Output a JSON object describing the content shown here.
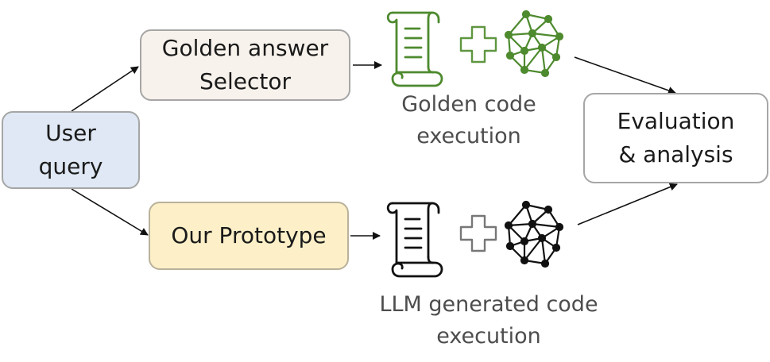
{
  "nodes": {
    "user_query": {
      "line1": "User",
      "line2": "query"
    },
    "golden_selector": {
      "line1": "Golden answer",
      "line2": "Selector"
    },
    "prototype": {
      "label": "Our Prototype"
    },
    "evaluation": {
      "line1": "Evaluation",
      "line2": "& analysis"
    }
  },
  "captions": {
    "golden": {
      "line1": "Golden code",
      "line2": "execution"
    },
    "llm": {
      "line1": "LLM generated code",
      "line2": "execution"
    }
  },
  "colors": {
    "golden_icon": "#4e8a2e",
    "llm_icon": "#111111",
    "golden_plus": "#5f9640",
    "llm_plus": "#777777"
  },
  "icons": [
    "scroll-icon",
    "plus-icon",
    "network-icon"
  ]
}
